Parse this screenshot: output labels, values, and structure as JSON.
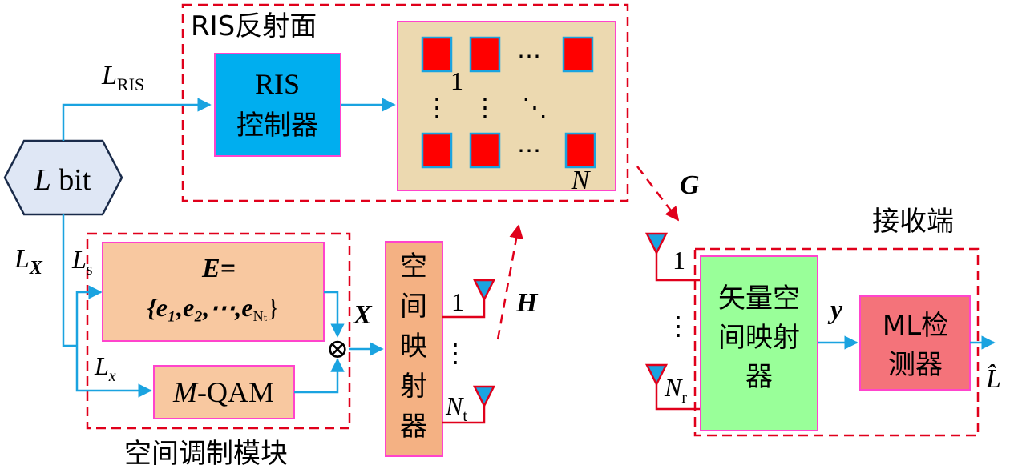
{
  "source": {
    "label_L": "L",
    "label_bit": "bit"
  },
  "ris_panel": {
    "title": "RIS反射面",
    "controller_line1": "RIS",
    "controller_line2": "控制器",
    "element_index_first": "1",
    "element_index_last": "N",
    "ellipsis_h": "⋯",
    "ellipsis_v": "⋮",
    "ellipsis_d": "⋱"
  },
  "links": {
    "L_ris_main": "L",
    "L_ris_sub": "RIS",
    "L_X_main": "L",
    "L_X_sub": "X",
    "L_s_main": "L",
    "L_s_sub": "s",
    "L_x_main": "L",
    "L_x_sub": "x",
    "X": "X",
    "G": "G",
    "H": "H",
    "y": "y",
    "L_hat": "L̂"
  },
  "modulation_module": {
    "title": "空间调制模块",
    "set_line1": "E=",
    "set_line2": "{e₁,e₂,⋯,e",
    "set_line2_sub": "Nₜ",
    "set_line2_end": "}",
    "qam_M": "M",
    "qam_rest": "-QAM",
    "multiplier": "⊗"
  },
  "tx_mapper": {
    "label_chars": [
      "空",
      "间",
      "映",
      "射",
      "器"
    ],
    "antenna_first": "1",
    "antenna_last_main": "N",
    "antenna_last_sub": "t",
    "vdots": "⋮"
  },
  "receiver": {
    "title": "接收端",
    "mapper_lines": [
      "矢量空",
      "间映射",
      "器"
    ],
    "detector_lines": [
      "ML检",
      "测器"
    ],
    "antenna_first": "1",
    "antenna_last_main": "N",
    "antenna_last_sub": "r",
    "vdots": "⋮"
  },
  "colors": {
    "blue_line": "#1aa3e0",
    "red": "#e0001b",
    "ris_controller_fill": "#00aeef",
    "ris_array_fill": "#ecd9b0",
    "orange_fill": "#f8c8a0",
    "tx_mapper_fill": "#f4b183",
    "rx_mapper_fill": "#99ff99",
    "detector_fill": "#f4737a",
    "pink_border": "#ff44cc",
    "hexagon_fill": "#dfe7f5"
  }
}
